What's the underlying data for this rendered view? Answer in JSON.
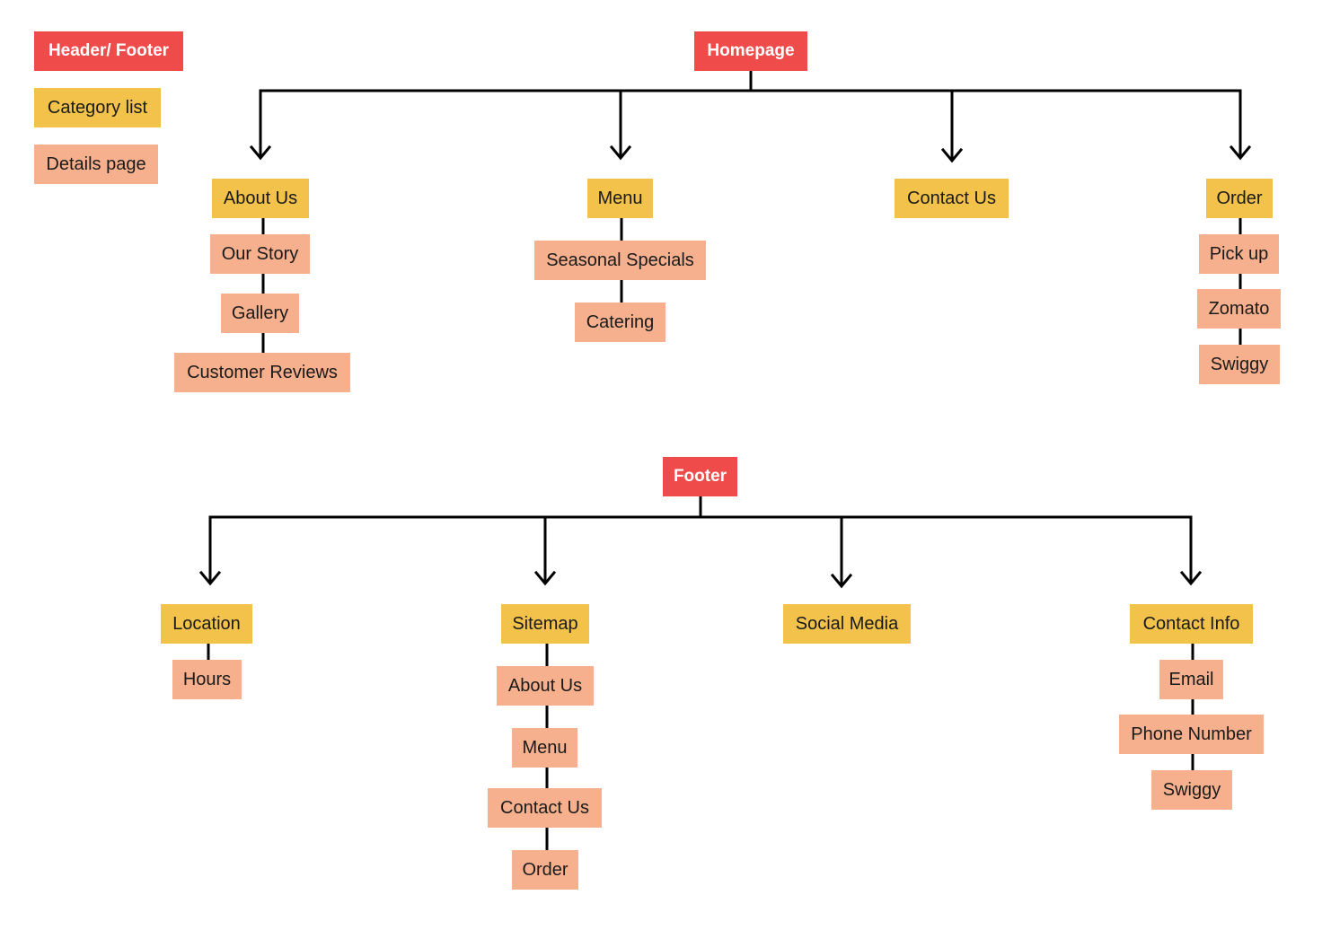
{
  "colors": {
    "header_footer": "#ef4b4b",
    "category": "#f2c24a",
    "details": "#f7b08e",
    "connector": "#000000"
  },
  "legend": {
    "header_footer": "Header/ Footer",
    "category_list": "Category list",
    "details_page": "Details page"
  },
  "homepage": {
    "root": "Homepage",
    "about": {
      "label": "About Us",
      "details": [
        "Our Story",
        "Gallery",
        "Customer Reviews"
      ]
    },
    "menu": {
      "label": "Menu",
      "details": [
        "Seasonal Specials",
        "Catering"
      ]
    },
    "contact": {
      "label": "Contact Us",
      "details": []
    },
    "order": {
      "label": "Order",
      "details": [
        "Pick up",
        "Zomato",
        "Swiggy"
      ]
    }
  },
  "footer": {
    "root": "Footer",
    "location": {
      "label": "Location",
      "details": [
        "Hours"
      ]
    },
    "sitemap": {
      "label": "Sitemap",
      "details": [
        "About Us",
        "Menu",
        "Contact Us",
        "Order"
      ]
    },
    "social": {
      "label": "Social Media",
      "details": []
    },
    "contact_info": {
      "label": "Contact Info",
      "details": [
        "Email",
        "Phone Number",
        "Swiggy"
      ]
    }
  }
}
